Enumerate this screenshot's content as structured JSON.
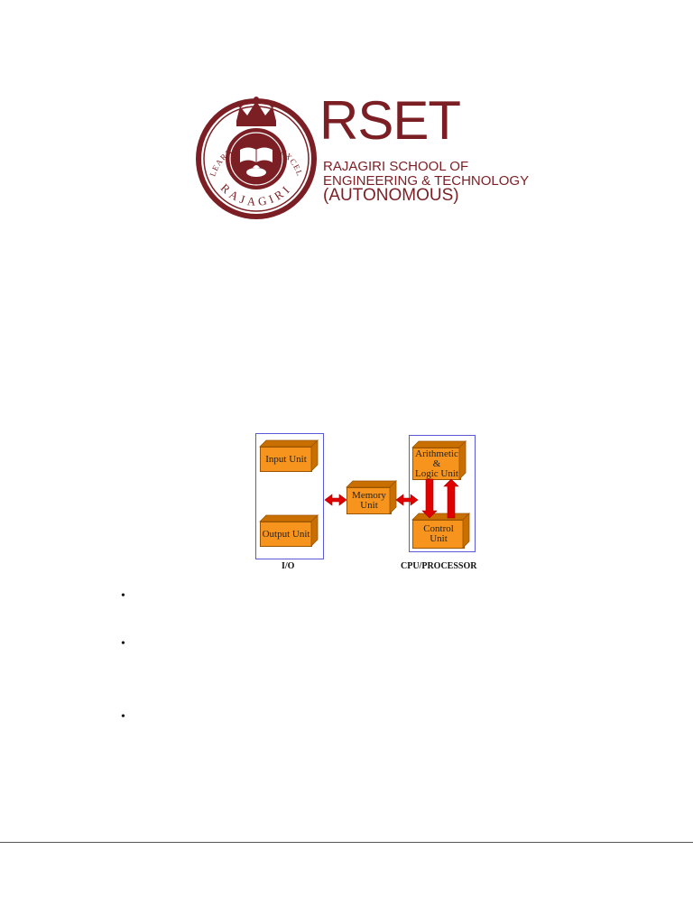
{
  "logo": {
    "brand": "RSET",
    "line1": "RAJAGIRI SCHOOL OF",
    "line2": "ENGINEERING & TECHNOLOGY",
    "line3": "(AUTONOMOUS)",
    "seal_motto": "LEARN • SERVE • EXCEL",
    "seal_name": "RAJAGIRI",
    "brand_color": "#7b1f24"
  },
  "diagram": {
    "input_unit": "Input Unit",
    "output_unit": "Output Unit",
    "memory_unit_l1": "Memory",
    "memory_unit_l2": "Unit",
    "alu_l1": "Arithmetic",
    "alu_l2": "&",
    "alu_l3": "Logic Unit",
    "control_l1": "Control",
    "control_l2": "Unit",
    "io_label": "I/O",
    "cpu_label": "CPU/PROCESSOR",
    "box_color": "#f7941d",
    "arrow_color": "#e00000"
  },
  "bullets": [
    "•",
    "•",
    "•"
  ]
}
